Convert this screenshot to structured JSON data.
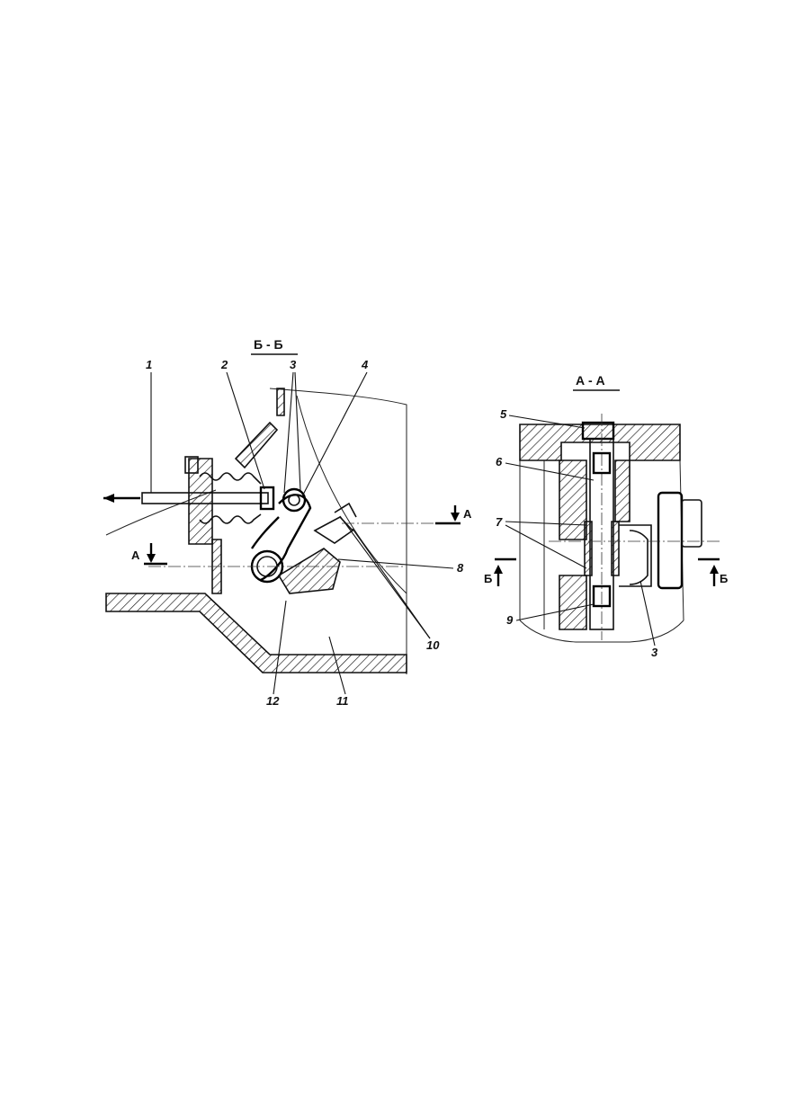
{
  "views": {
    "section_bb": {
      "title": "Б - Б",
      "callouts": [
        "1",
        "2",
        "3",
        "4",
        "8",
        "10",
        "11",
        "12"
      ],
      "cut_marker": "А"
    },
    "section_aa": {
      "title": "А - А",
      "callouts": [
        "5",
        "6",
        "7",
        "9",
        "3"
      ],
      "cut_marker": "Б"
    }
  },
  "colors": {
    "ink": "#111111",
    "paper": "#ffffff"
  }
}
